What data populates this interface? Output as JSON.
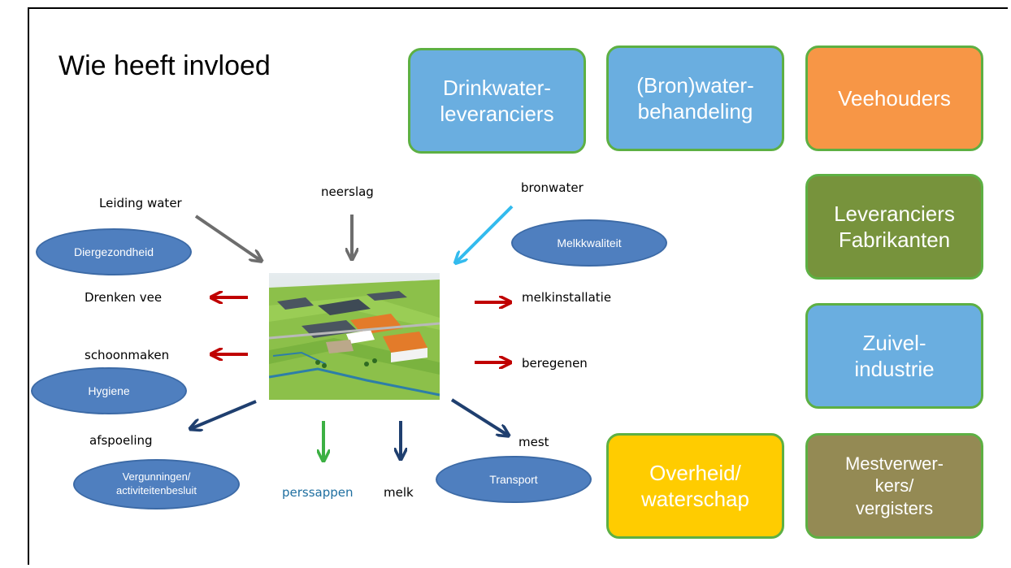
{
  "title": "Wie heeft invloed",
  "boxes": {
    "drinkwater": "Drinkwater-\nleveranciers",
    "bronwater": "(Bron)water-\nbehandeling",
    "veehouders": "Veehouders",
    "leveranciers": "Leveranciers\nFabrikanten",
    "zuivel": "Zuivel-\nindustrie",
    "overheid": "Overheid/\nwaterschap",
    "mestverwerkers": "Mestverwer-\nkers/\nvergisters"
  },
  "ellipses": {
    "diergezondheid": "Diergezondheid",
    "melkkwaliteit": "Melkkwaliteit",
    "hygiene": "Hygiene",
    "vergunningen": "Vergunningen/\nactiviteitenbesluit",
    "transport": "Transport"
  },
  "labels": {
    "leiding_water": "Leiding water",
    "neerslag": "neerslag",
    "bronwater": "bronwater",
    "drenken_vee": "Drenken vee",
    "melkinstallatie": "melkinstallatie",
    "schoonmaken": "schoonmaken",
    "beregenen": "beregenen",
    "afspoeling": "afspoeling",
    "mest": "mest",
    "perssappen": "perssappen",
    "melk": "melk"
  },
  "colors": {
    "box_blue": "#6aaee0",
    "box_orange": "#f79646",
    "box_green": "#77933c",
    "box_yellow": "#ffcc00",
    "box_olive": "#948a54",
    "box_border": "#5db043",
    "ellipse": "#4f7fbf",
    "arrow_gray": "#6d6d6d",
    "arrow_lightblue": "#33bbee",
    "arrow_red": "#c00000",
    "arrow_navy": "#1f3f6f",
    "arrow_green": "#3cb043"
  }
}
